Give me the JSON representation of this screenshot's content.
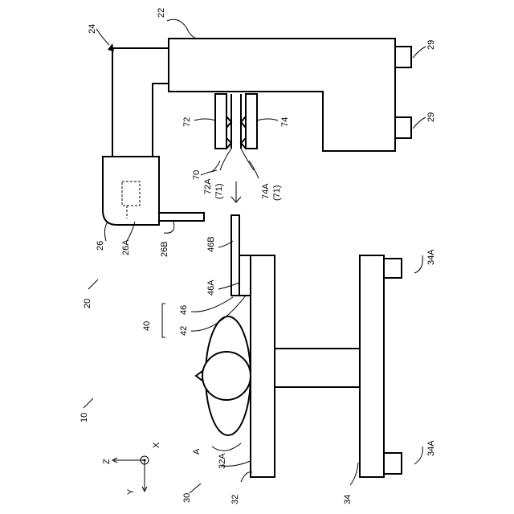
{
  "labels": {
    "l10": "10",
    "l20": "20",
    "l22": "22",
    "l24": "24",
    "l26": "26",
    "l26A": "26A",
    "l26B": "26B",
    "l29a": "29",
    "l29b": "29",
    "l30": "30",
    "l32": "32",
    "l32A": "32A",
    "l34": "34",
    "l34Aa": "34A",
    "l34Ab": "34A",
    "l40": "40",
    "l42": "42",
    "l46": "46",
    "l46A": "46A",
    "l46B": "46B",
    "l70": "70",
    "l71a": "(71)",
    "l71b": "(71)",
    "l72": "72",
    "l72A": "72A",
    "l74": "74",
    "l74A": "74A",
    "lA": "A"
  },
  "axes": {
    "z": "Z",
    "x": "X",
    "y": "Y"
  }
}
